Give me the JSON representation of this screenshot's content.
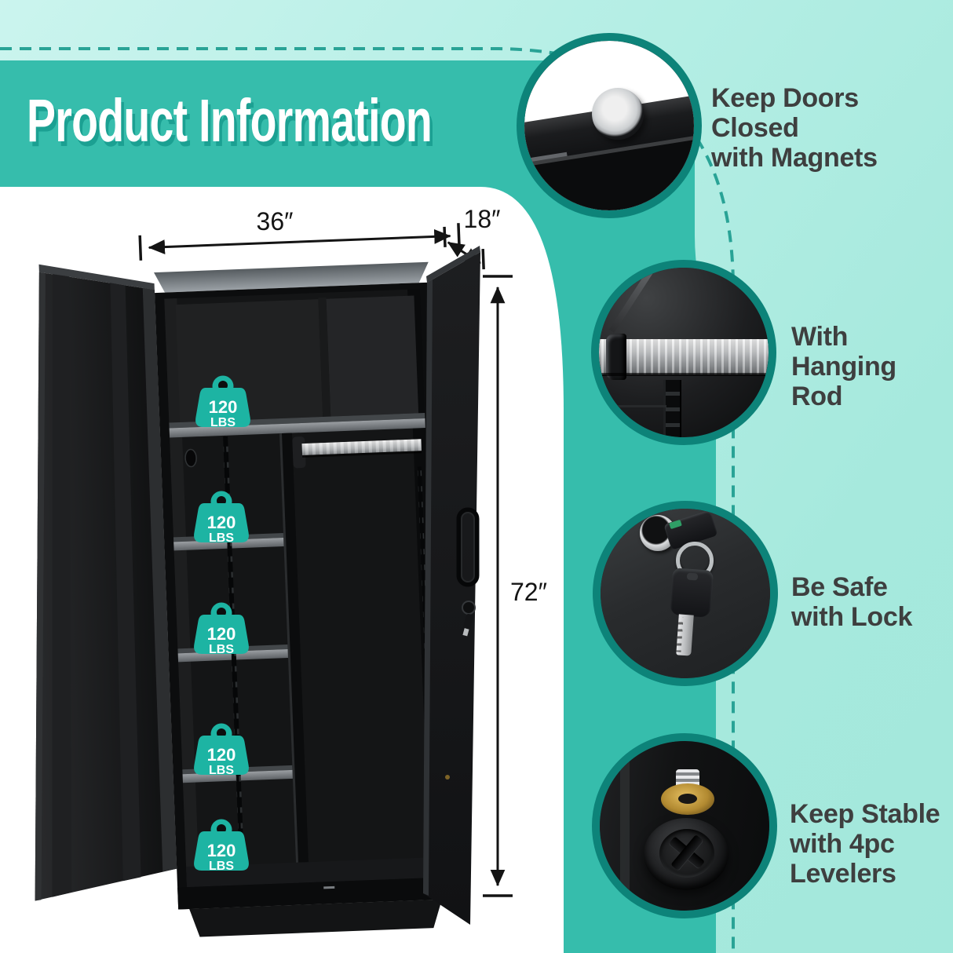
{
  "header": {
    "title": "Product Information"
  },
  "dimensions": {
    "width": "36″",
    "depth": "18″",
    "height": "72″"
  },
  "capacity_badge": {
    "value": "120",
    "unit": "LBS"
  },
  "features": [
    {
      "icon": "magnet-closeup-photo",
      "lines": [
        "Keep Doors Closed",
        "with Magnets"
      ]
    },
    {
      "icon": "hanging-rod-closeup-photo",
      "lines": [
        "With",
        "Hanging Rod"
      ]
    },
    {
      "icon": "lock-keys-closeup-photo",
      "lines": [
        "Be Safe",
        "with Lock"
      ]
    },
    {
      "icon": "leveler-foot-closeup-photo",
      "lines": [
        "Keep Stable",
        "with 4pc",
        "Levelers"
      ]
    }
  ],
  "colors": {
    "teal_band": "#36bdac",
    "mint_background": "#abebe1",
    "circle_ring": "#0d8379",
    "badge_teal": "#1db4a3",
    "title_text": "#ffffff",
    "title_shadow": "#1a9e90",
    "caption_text": "#3e3f3f",
    "dashed_line": "#29a396",
    "cabinet_black": "#101112"
  }
}
